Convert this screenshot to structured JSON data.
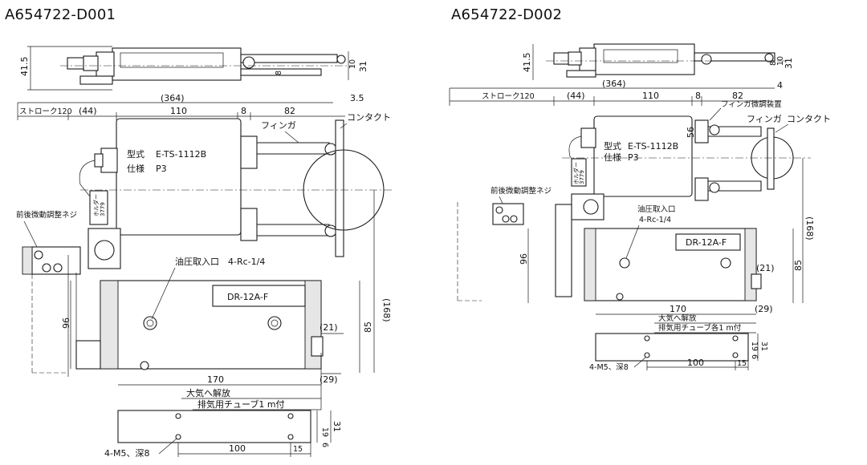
{
  "left": {
    "title": "A654722-D001",
    "dims": {
      "d415": "41.5",
      "d31": "31",
      "d8": "8",
      "d10": "10",
      "d364": "(364)",
      "d35": "3.5",
      "stroke": "ストローク120",
      "d44": "(44)",
      "d110": "110",
      "d8b": "8",
      "d82": "82",
      "d168": "(168)",
      "d85": "85",
      "d96": "96",
      "d21": "(21)",
      "d170": "170",
      "d29": "(29)",
      "d19": "19",
      "d6": "6",
      "d31b": "31",
      "d100": "100",
      "d15": "15"
    },
    "labels": {
      "finger": "フィンガ",
      "contact": "コンタクト",
      "model": "型式",
      "model_val": "E-TS-1112B",
      "spec": "仕様",
      "spec_val": "P3",
      "holder": "ホルダー",
      "holder_num": "3779",
      "adjust": "前後微動調整ネジ",
      "oil": "油圧取入口　4-Rc-1/4",
      "plate": "DR-12A-F",
      "air": "大気へ解放",
      "exhaust": "排気用チューブ1 m付",
      "tap": "4-M5、深8"
    }
  },
  "right": {
    "title": "A654722-D002",
    "dims": {
      "d415": "41.5",
      "d31": "31",
      "d8": "8",
      "d10": "10",
      "d364": "(364)",
      "d4": "4",
      "stroke": "ストローク120",
      "d44": "(44)",
      "d110": "110",
      "d8b": "8",
      "d82": "82",
      "d56": "56",
      "d168": "(168)",
      "d85": "85",
      "d96": "96",
      "d21": "(21)",
      "d170": "170",
      "d29": "(29)",
      "d19": "19",
      "d6": "6",
      "d31b": "31",
      "d100": "100",
      "d15": "15"
    },
    "labels": {
      "finger_adj": "フィンガ微調装置",
      "finger": "フィンガ",
      "contact": "コンタクト",
      "model": "型式",
      "model_val": "E-TS-1112B",
      "spec": "仕様",
      "spec_val": "P3",
      "holder": "ホルダー",
      "holder_num": "3779",
      "adjust": "前後微動調整ネジ",
      "oil1": "油圧取入口",
      "oil2": "4-Rc-1/4",
      "plate": "DR-12A-F",
      "air": "大気へ解放",
      "exhaust": "排気用チューブ各1 m付",
      "tap": "4-M5、深8"
    }
  }
}
